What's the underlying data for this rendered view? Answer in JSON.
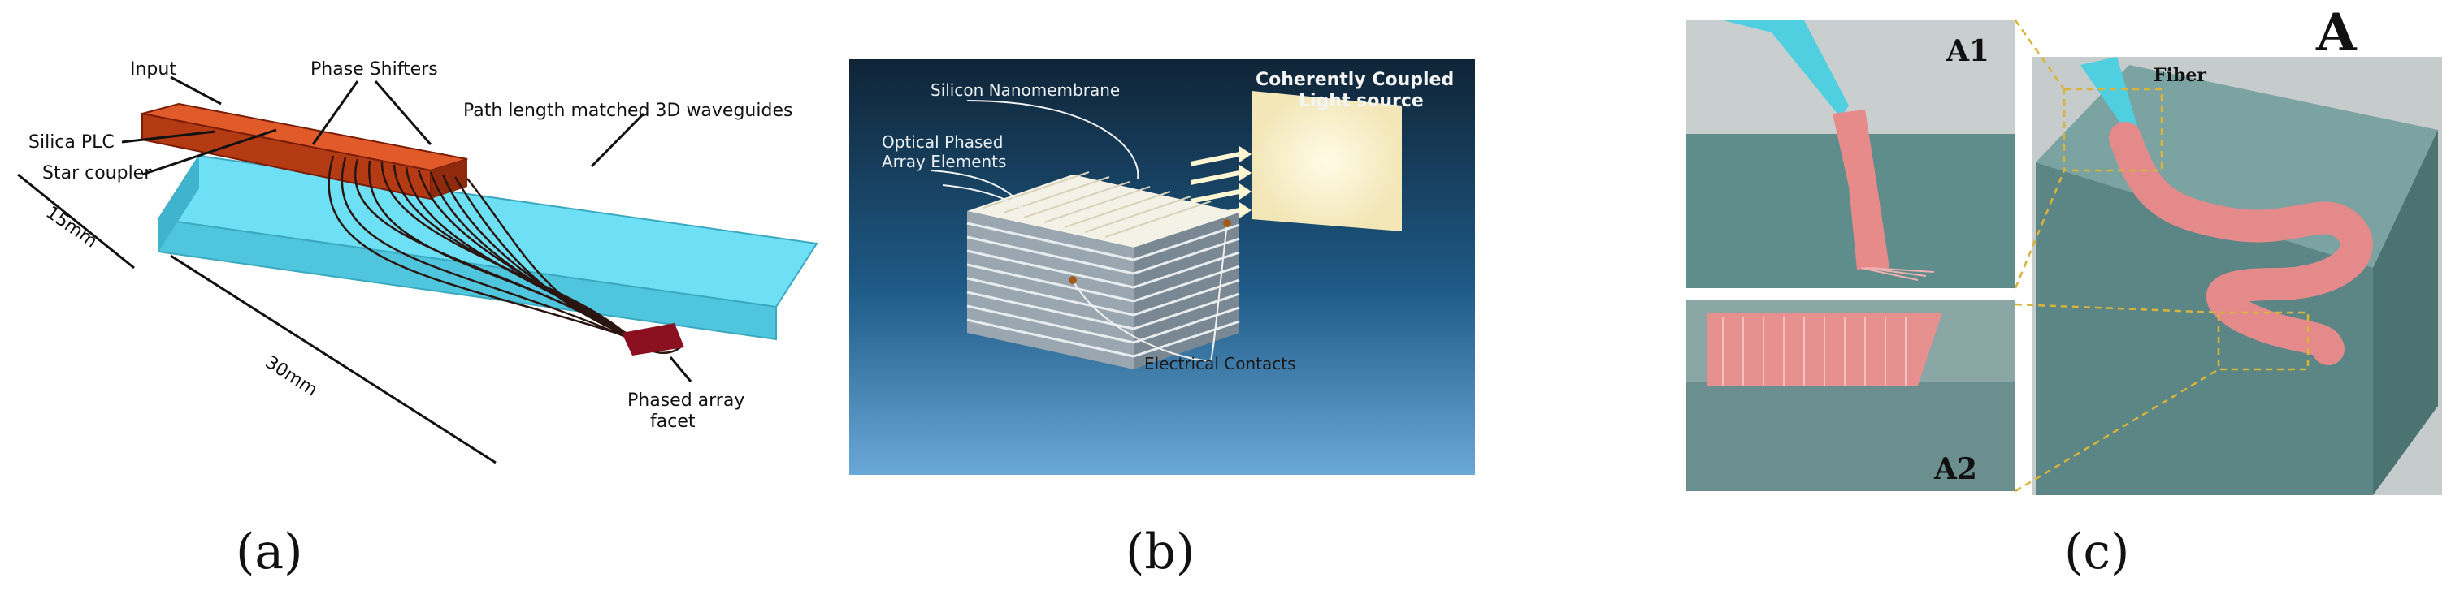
{
  "panel_a": {
    "caption": "(a)",
    "labels": {
      "input": "Input",
      "phase_shifters": "Phase Shifters",
      "silica_plc": "Silica PLC",
      "star_coupler": "Star coupler",
      "waveguides": "Path length matched 3D waveguides",
      "dim_15": "15mm",
      "dim_30": "30mm",
      "facet_line1": "Phased array",
      "facet_line2": "facet"
    }
  },
  "panel_b": {
    "caption": "(b)",
    "labels": {
      "nanomembrane": "Silicon Nanomembrane",
      "opa_line1": "Optical Phased",
      "opa_line2": "Array Elements",
      "light_line1": "Coherently Coupled",
      "light_line2": "Light source",
      "contacts": "Electrical Contacts"
    }
  },
  "panel_c": {
    "caption": "(c)",
    "labels": {
      "a": "A",
      "a1": "A1",
      "a2": "A2",
      "fiber": "Fiber"
    }
  }
}
